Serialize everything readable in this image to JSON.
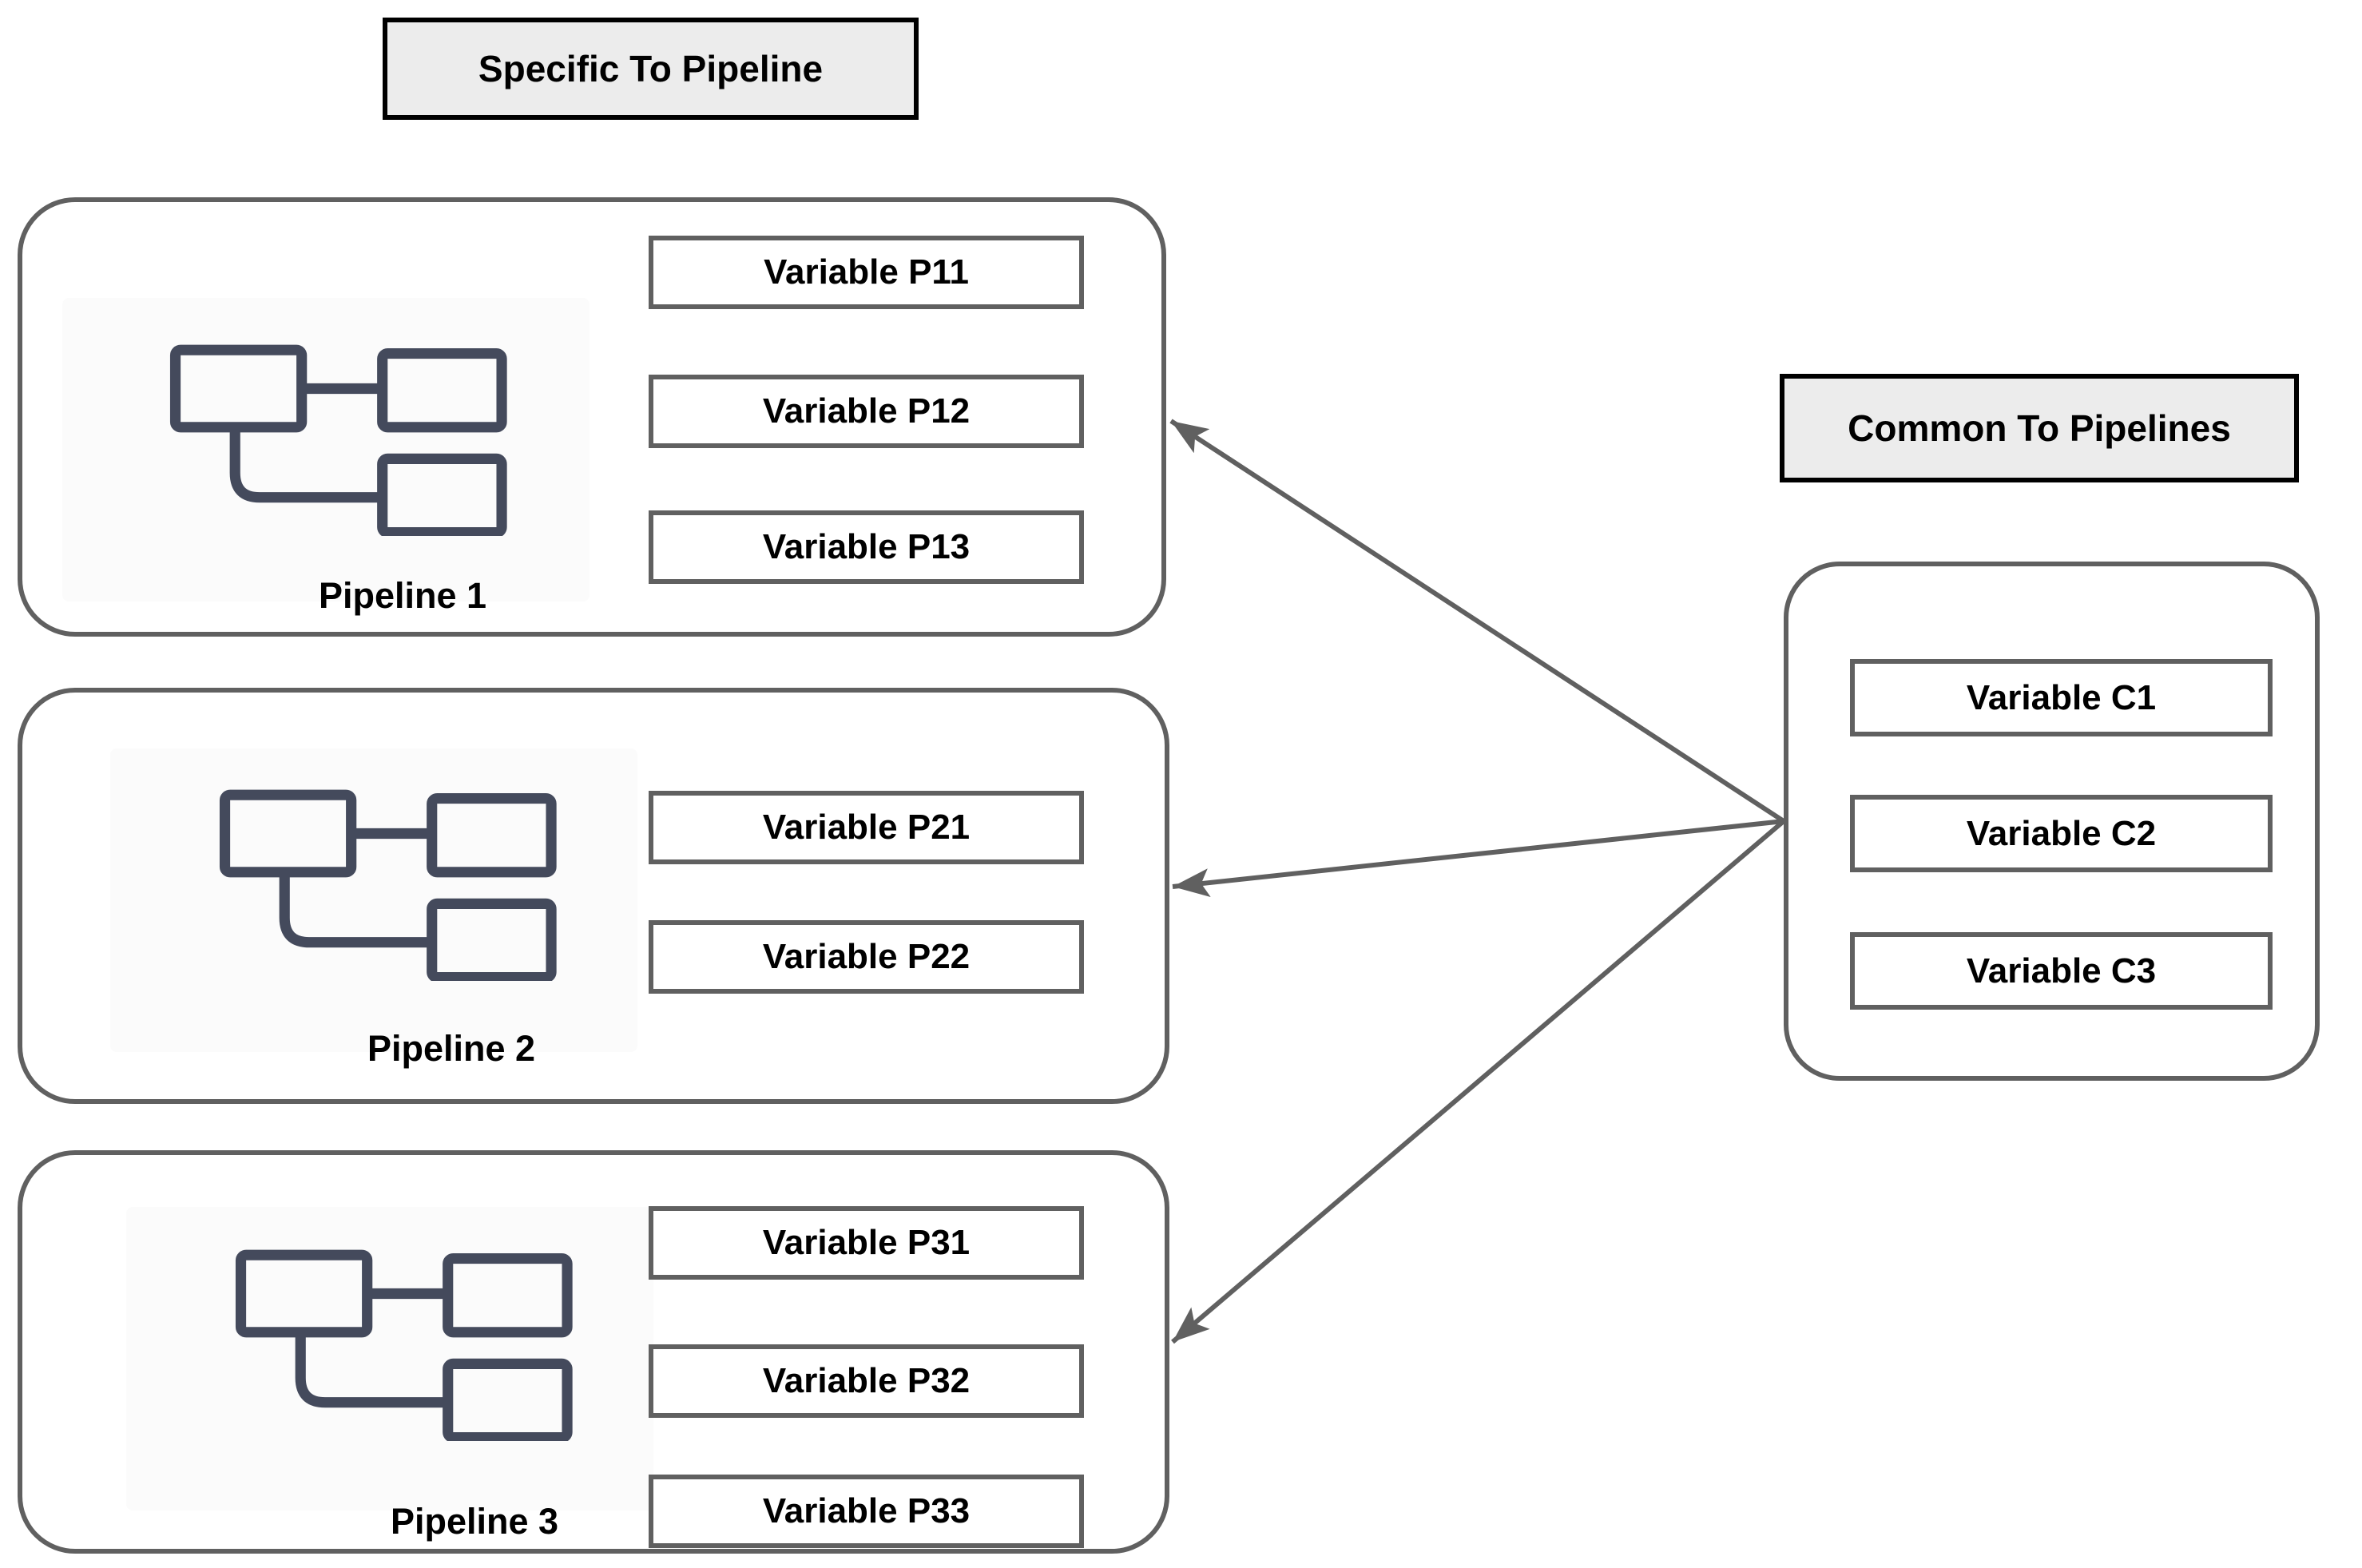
{
  "titles": {
    "specific": "Specific To Pipeline",
    "common": "Common To Pipelines"
  },
  "pipelines": [
    {
      "label": "Pipeline 1",
      "icon": "flowchart-icon",
      "variables": [
        "Variable P11",
        "Variable P12",
        "Variable P13"
      ]
    },
    {
      "label": "Pipeline 2",
      "icon": "flowchart-icon",
      "variables": [
        "Variable P21",
        "Variable P22"
      ]
    },
    {
      "label": "Pipeline 3",
      "icon": "flowchart-icon",
      "variables": [
        "Variable P31",
        "Variable P32",
        "Variable P33"
      ]
    }
  ],
  "common": {
    "variables": [
      "Variable C1",
      "Variable C2",
      "Variable C3"
    ]
  },
  "arrows": {
    "from": "Common To Pipelines",
    "targets": [
      "Pipeline 1",
      "Pipeline 2",
      "Pipeline 3"
    ],
    "direction": "from common container to each pipeline container"
  },
  "colors": {
    "stroke_gray": "#606060",
    "title_border": "#000000",
    "title_bg": "#ececec",
    "icon_slate": "#444a5c",
    "text": "#000000",
    "background": "#ffffff"
  }
}
